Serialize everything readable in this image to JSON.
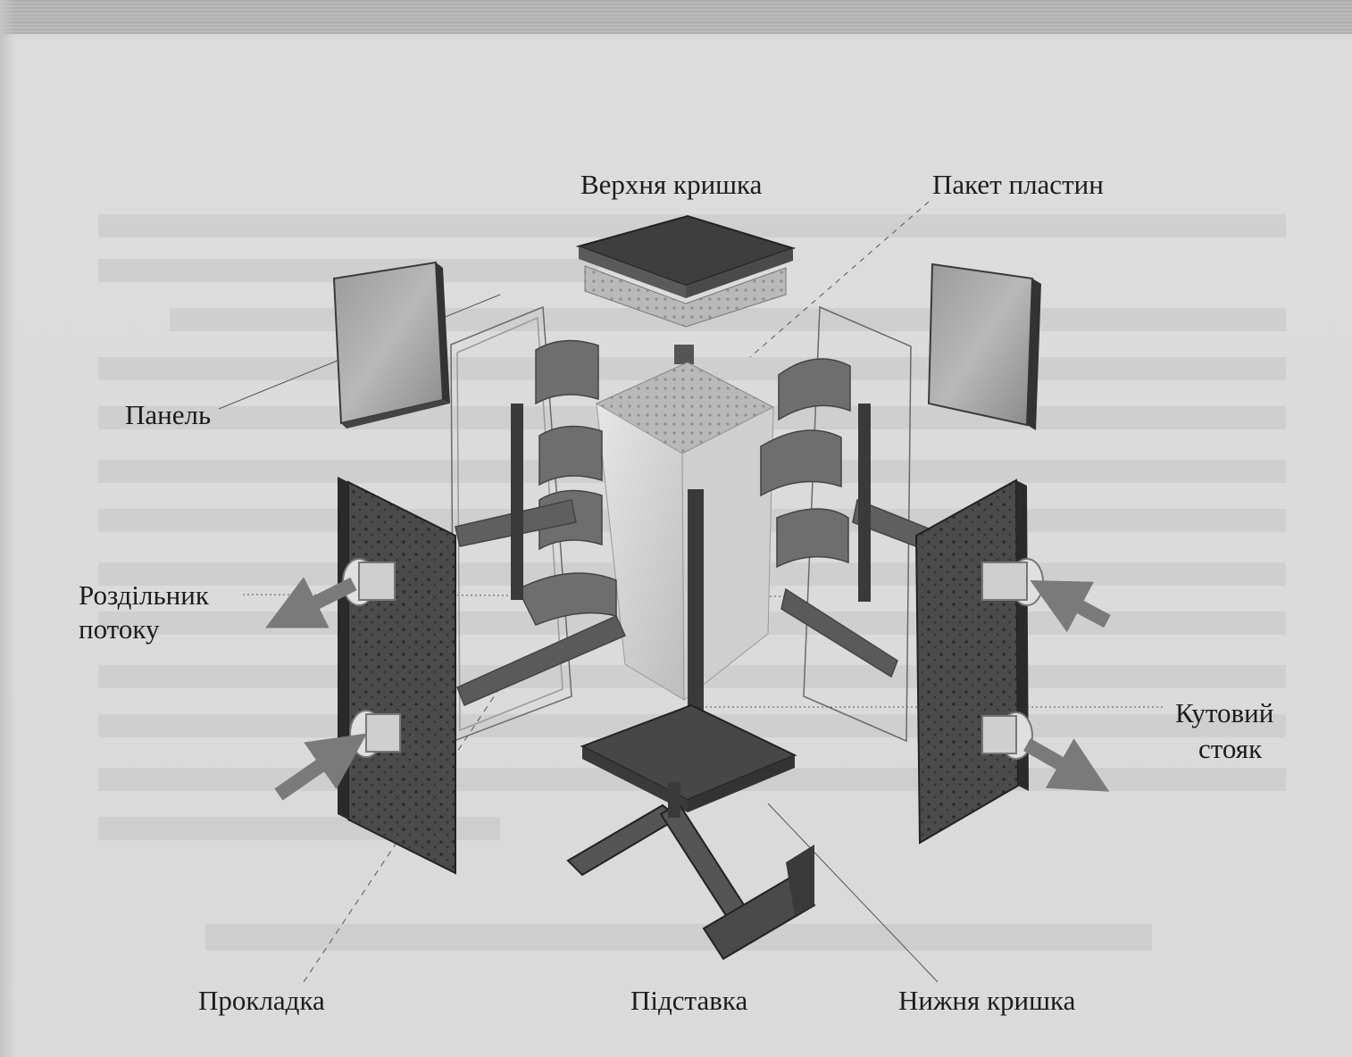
{
  "labels": {
    "top_cover": "Верхня кришка",
    "plate_pack": "Пакет пластин",
    "panel": "Панель",
    "flow_divider_line1": "Роздільник",
    "flow_divider_line2": "потоку",
    "corner_post_line1": "Кутовий",
    "corner_post_line2": "стояк",
    "gasket": "Прокладка",
    "stand": "Підставка",
    "bottom_cover": "Нижня кришка"
  },
  "colors": {
    "paper": "#dadada",
    "ink": "#1c1c1c",
    "dark_part": "#4a4a4a",
    "mid_part": "#7a7a7a",
    "light_part": "#c8c8c8"
  }
}
